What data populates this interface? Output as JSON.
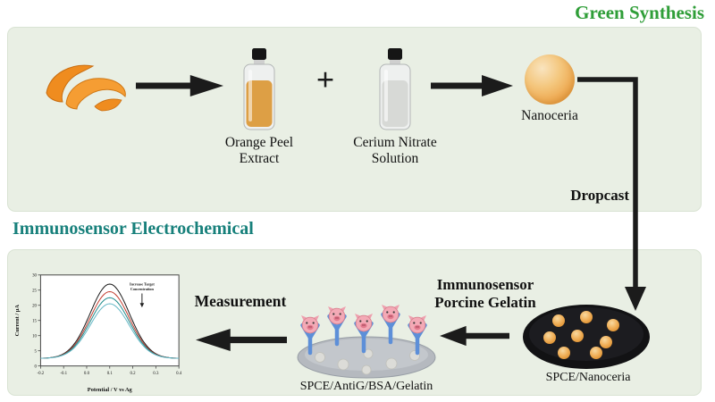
{
  "top_panel": {
    "title": "Green Synthesis",
    "orange_peel": {
      "line1": "Orange Peel",
      "line2": "Extract"
    },
    "cerium": {
      "line1": "Cerium Nitrate",
      "line2": "Solution"
    },
    "plus": "+",
    "nanoceria_label": "Nanoceria",
    "dropcast_label": "Dropcast"
  },
  "bottom_panel": {
    "title": "Immunosensor Electrochemical",
    "measurement_label": "Measurement",
    "immunosensor": {
      "line1": "Immunosensor",
      "line2": "Porcine Gelatin"
    },
    "gelatin_electrode_label": "SPCE/AntiG/BSA/Gelatin",
    "spce_nanoceria_label": "SPCE/Nanoceria"
  },
  "colors": {
    "green_title": "#2f9e38",
    "teal_title": "#17807b",
    "panel_bg": "#e9efe4",
    "arrow": "#1b1b1b",
    "nanoceria_orange": "#eca044",
    "antibody_pink": "#f3aab6",
    "antibody_blue": "#5d8fd8"
  },
  "chart_data": {
    "type": "line",
    "title": "",
    "xlabel": "Potential / V vs Ag",
    "ylabel": "Current / μA",
    "xlim": [
      -0.2,
      0.4
    ],
    "ylim": [
      0,
      30
    ],
    "x_ticks": [
      -0.2,
      -0.1,
      0.0,
      0.1,
      0.2,
      0.3,
      0.4
    ],
    "y_ticks": [
      0,
      5,
      10,
      15,
      20,
      25,
      30
    ],
    "annotation": "Increase Target Concentration",
    "peak_potential": 0.1,
    "peak_sigma": 0.085,
    "baseline": 2.5,
    "series": [
      {
        "name": "curve1",
        "color": "#161616",
        "peak_current": 27
      },
      {
        "name": "curve2",
        "color": "#c0392b",
        "peak_current": 24.5
      },
      {
        "name": "curve3",
        "color": "#1d8a8a",
        "peak_current": 22.5
      },
      {
        "name": "curve4",
        "color": "#62b6c4",
        "peak_current": 20.5
      }
    ]
  }
}
